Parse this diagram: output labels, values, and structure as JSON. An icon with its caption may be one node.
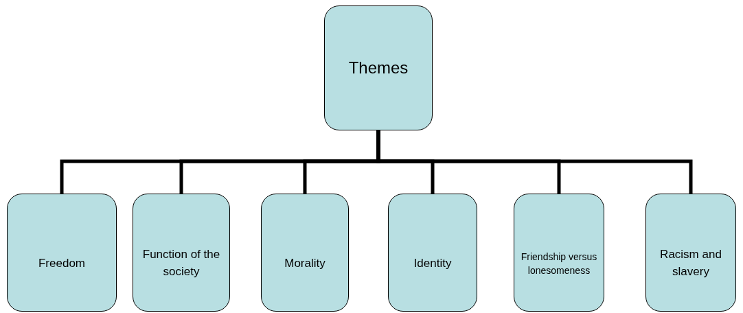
{
  "diagram": {
    "nodes": [
      {
        "text": [
          "Themes"
        ]
      },
      {
        "text": [
          "Freedom"
        ]
      },
      {
        "text": [
          "Function of the  society"
        ]
      },
      {
        "text": [
          "Morality"
        ]
      },
      {
        "text": [
          "Identity"
        ]
      },
      {
        "text": [
          "Friendship versus lonesomeness"
        ]
      },
      {
        "text": [
          "Racism and slavery"
        ]
      }
    ],
    "edges": [
      {
        "from": 0,
        "to": 1,
        "arrow": "none"
      },
      {
        "from": 0,
        "to": 2,
        "arrow": "none"
      },
      {
        "from": 0,
        "to": 3,
        "arrow": "none"
      },
      {
        "from": 0,
        "to": 4,
        "arrow": "none"
      },
      {
        "from": 0,
        "to": 5,
        "arrow": "none"
      },
      {
        "from": 0,
        "to": 6,
        "arrow": "none"
      }
    ]
  }
}
